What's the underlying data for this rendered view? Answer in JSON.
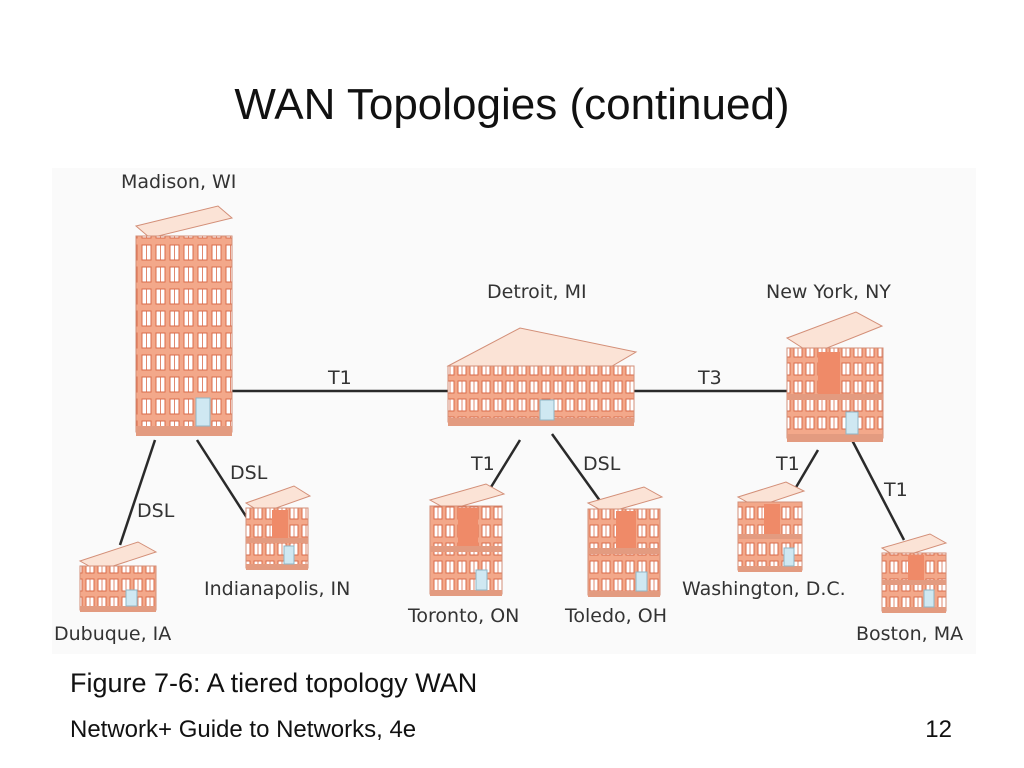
{
  "slide": {
    "title": "WAN Topologies (continued)",
    "caption": "Figure 7-6: A tiered topology WAN",
    "footer": "Network+ Guide to Networks, 4e",
    "page_number": "12"
  },
  "diagram": {
    "nodes": {
      "madison": "Madison, WI",
      "detroit": "Detroit, MI",
      "newyork": "New York, NY",
      "dubuque": "Dubuque, IA",
      "indianapolis": "Indianapolis, IN",
      "toronto": "Toronto, ON",
      "toledo": "Toledo, OH",
      "washington": "Washington, D.C.",
      "boston": "Boston, MA"
    },
    "links": {
      "madison_detroit": "T1",
      "detroit_newyork": "T3",
      "madison_dubuque": "DSL",
      "madison_indianapolis": "DSL",
      "detroit_toronto": "T1",
      "detroit_toledo": "DSL",
      "newyork_washington": "T1",
      "newyork_boston": "T1"
    },
    "colors": {
      "building_face": "#f6c9b3",
      "building_roof": "#fbe3d6",
      "window": "#ffffff",
      "window_frame": "#e07050",
      "accent": "#ef8a68"
    }
  }
}
